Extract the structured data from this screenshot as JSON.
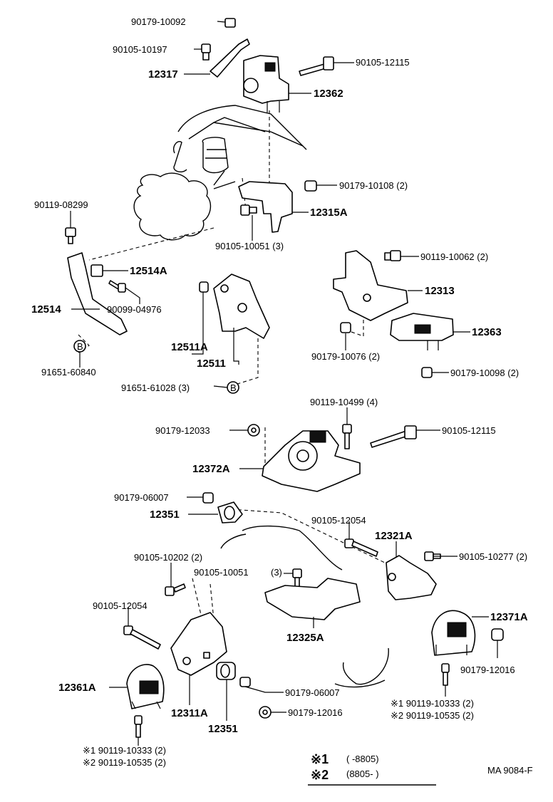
{
  "diagram_code": "MA 9084-F",
  "labels": {
    "l01": "90179-10092",
    "l02": "90105-10197",
    "l03": "12317",
    "l04": "90105-12115",
    "l05": "12362",
    "l06": "90179-10108 (2)",
    "l07": "12315A",
    "l08": "90119-08299",
    "l09": "90105-10051 (3)",
    "l10": "90119-10062 (2)",
    "l11": "12514A",
    "l12": "12313",
    "l13": "90099-04976",
    "l14": "12514",
    "l15": "12363",
    "l16": "12511A",
    "l17": "12511",
    "l18": "90179-10076 (2)",
    "l19": "91651-60840",
    "l20": "90179-10098 (2)",
    "l21": "91651-61028 (3)",
    "l22": "90119-10499 (4)",
    "l23": "90179-12033",
    "l24": "90105-12115",
    "l25": "12372A",
    "l26": "90179-06007",
    "l27": "90105-12054",
    "l28": "12351",
    "l29": "12321A",
    "l30": "90105-10202 (2)",
    "l31": "90105-10277 (2)",
    "l32": "90105-10051",
    "l33": "(3)",
    "l34": "90105-12054",
    "l35": "12371A",
    "l36": "12325A",
    "l37": "90179-12016",
    "l38": "12361A",
    "l39": "90179-06007",
    "l40": "12311A",
    "l41": "90179-12016",
    "l42": "12351",
    "l43": "※1 90119-10333 (2)",
    "l44": "※2 90119-10535 (2)",
    "l45": "※1  90119-10333 (2)",
    "l46": "※2  90119-10535 (2)",
    "b1": "B",
    "b2": "B"
  },
  "legend": [
    {
      "mark": "※1",
      "range": "(        -8805)"
    },
    {
      "mark": "※2",
      "range": "(8805-         )"
    }
  ]
}
